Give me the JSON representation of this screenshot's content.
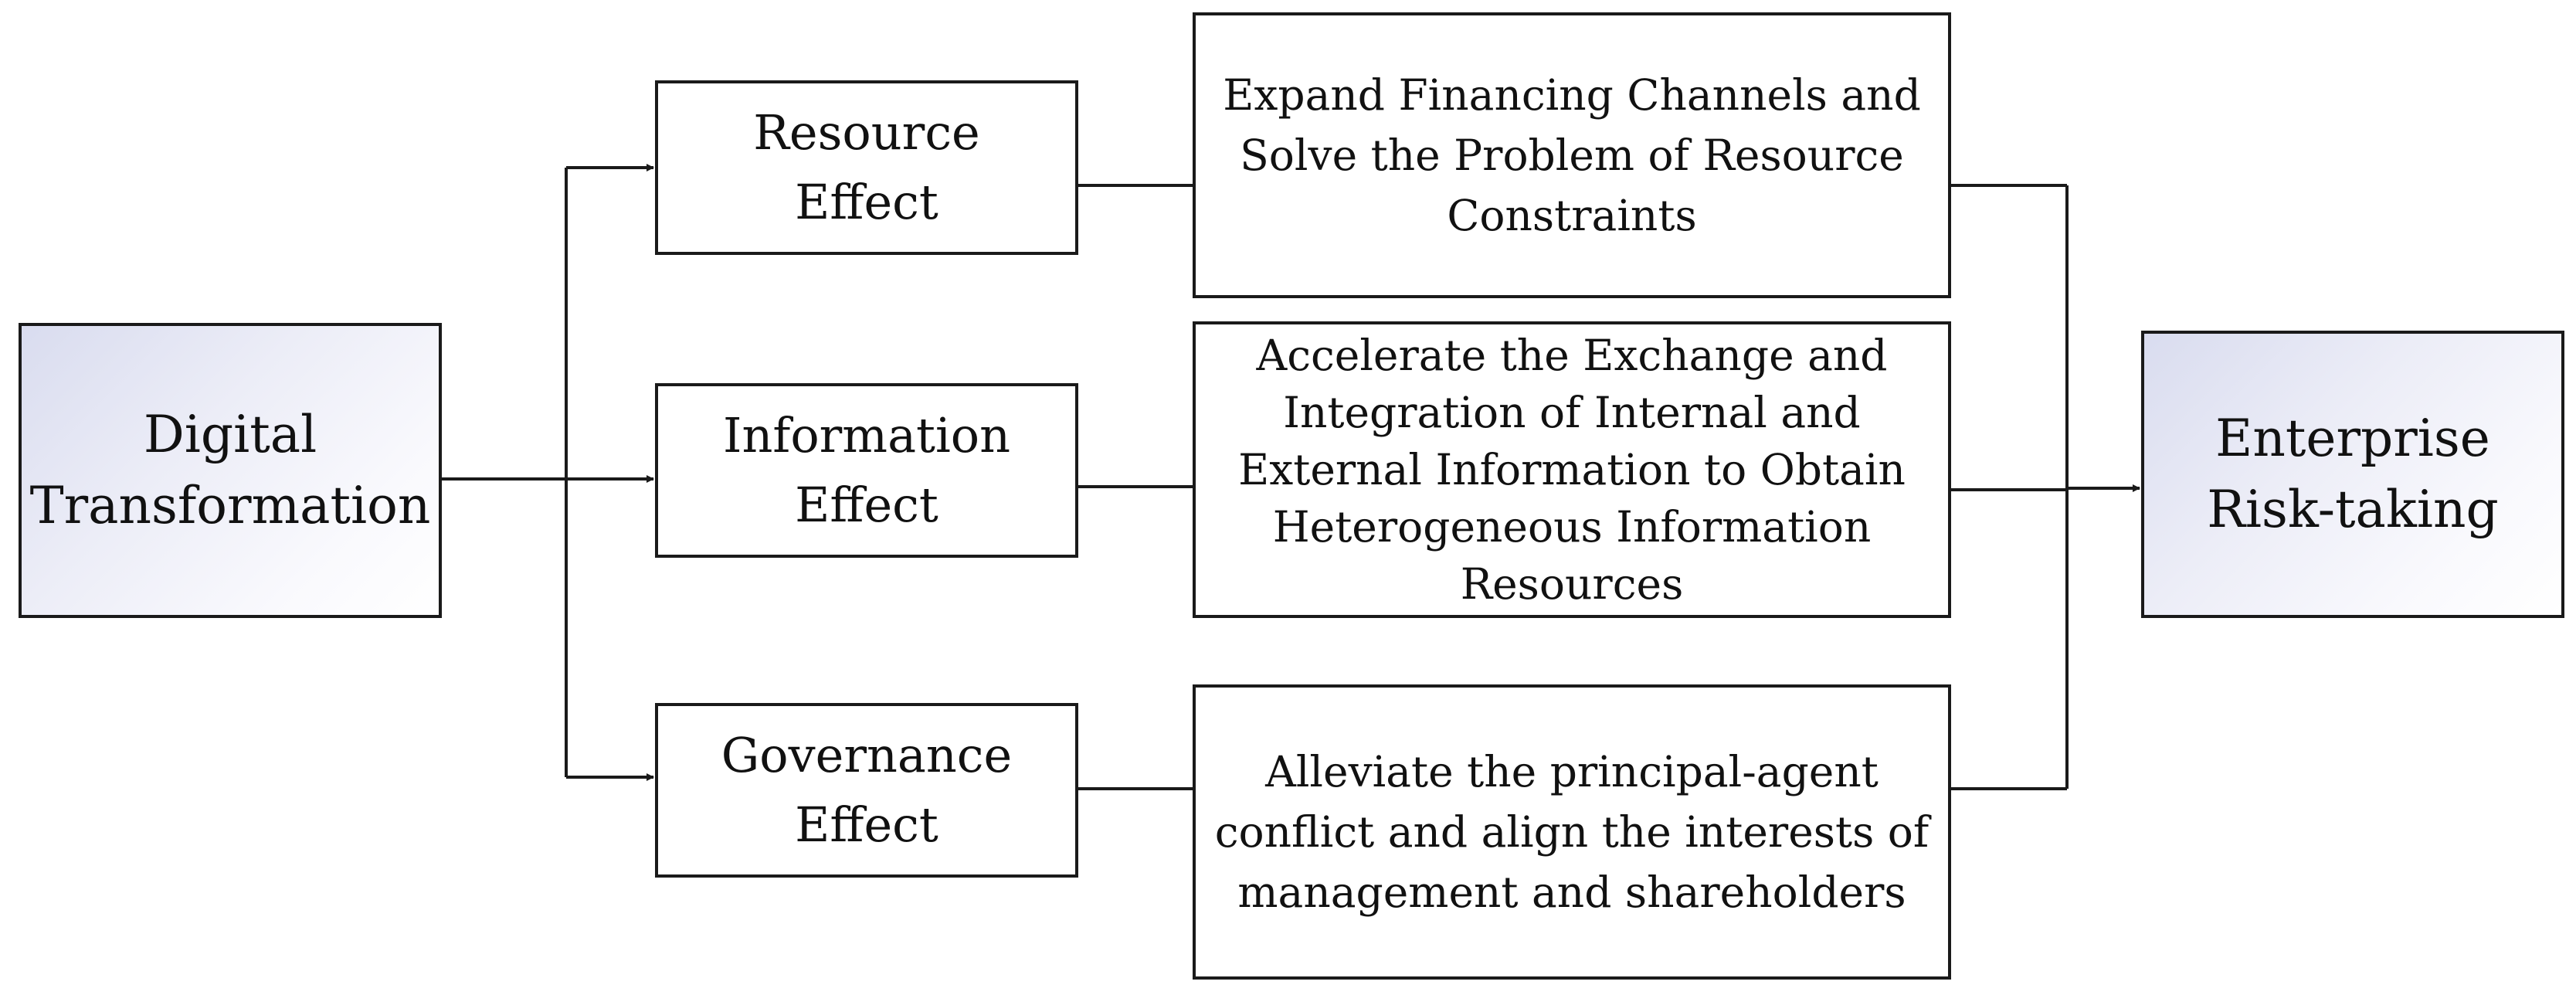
{
  "nodes": {
    "digital_transformation": {
      "lines": [
        "Digital",
        "Transformation"
      ]
    },
    "resource_effect": {
      "lines": [
        "Resource",
        "Effect"
      ]
    },
    "information_effect": {
      "lines": [
        "Information",
        "Effect"
      ]
    },
    "governance_effect": {
      "lines": [
        "Governance",
        "Effect"
      ]
    },
    "expand_financing": {
      "lines": [
        "Expand Financing Channels and",
        "Solve the Problem of Resource",
        "Constraints"
      ]
    },
    "accelerate_exchange": {
      "lines": [
        "Accelerate the Exchange and",
        "Integration of Internal and",
        "External Information to Obtain",
        "Heterogeneous Information",
        "Resources"
      ]
    },
    "alleviate_conflict": {
      "lines": [
        "Alleviate the principal-agent",
        "conflict and align the interests of",
        "management and shareholders"
      ]
    },
    "enterprise_risk_taking": {
      "lines": [
        "Enterprise",
        "Risk-taking"
      ]
    }
  },
  "colors": {
    "stroke": "#1a1a1a",
    "gradient_start": "#d9dcef",
    "gradient_end": "#ffffff"
  }
}
